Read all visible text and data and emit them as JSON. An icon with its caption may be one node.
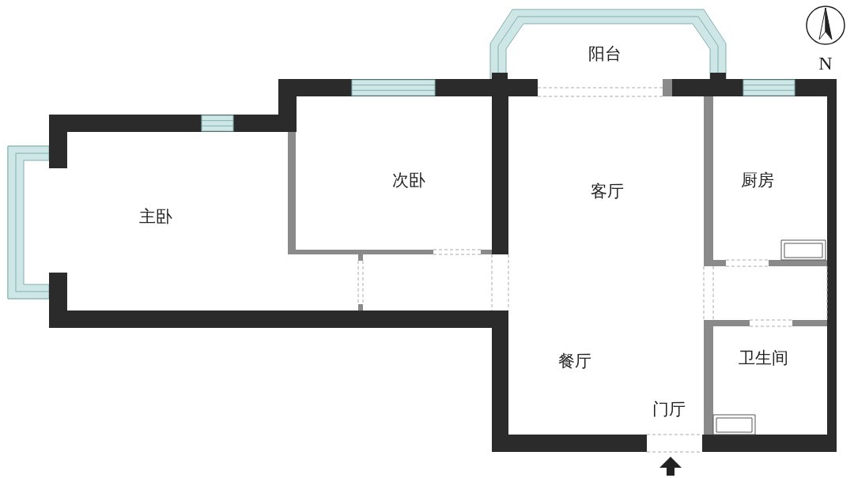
{
  "diagram": {
    "labels": [
      "N",
      "阳台",
      "次卧",
      "客厅",
      "厨房",
      "主卧",
      "卫生间",
      "餐厅",
      "门厅"
    ]
  }
}
